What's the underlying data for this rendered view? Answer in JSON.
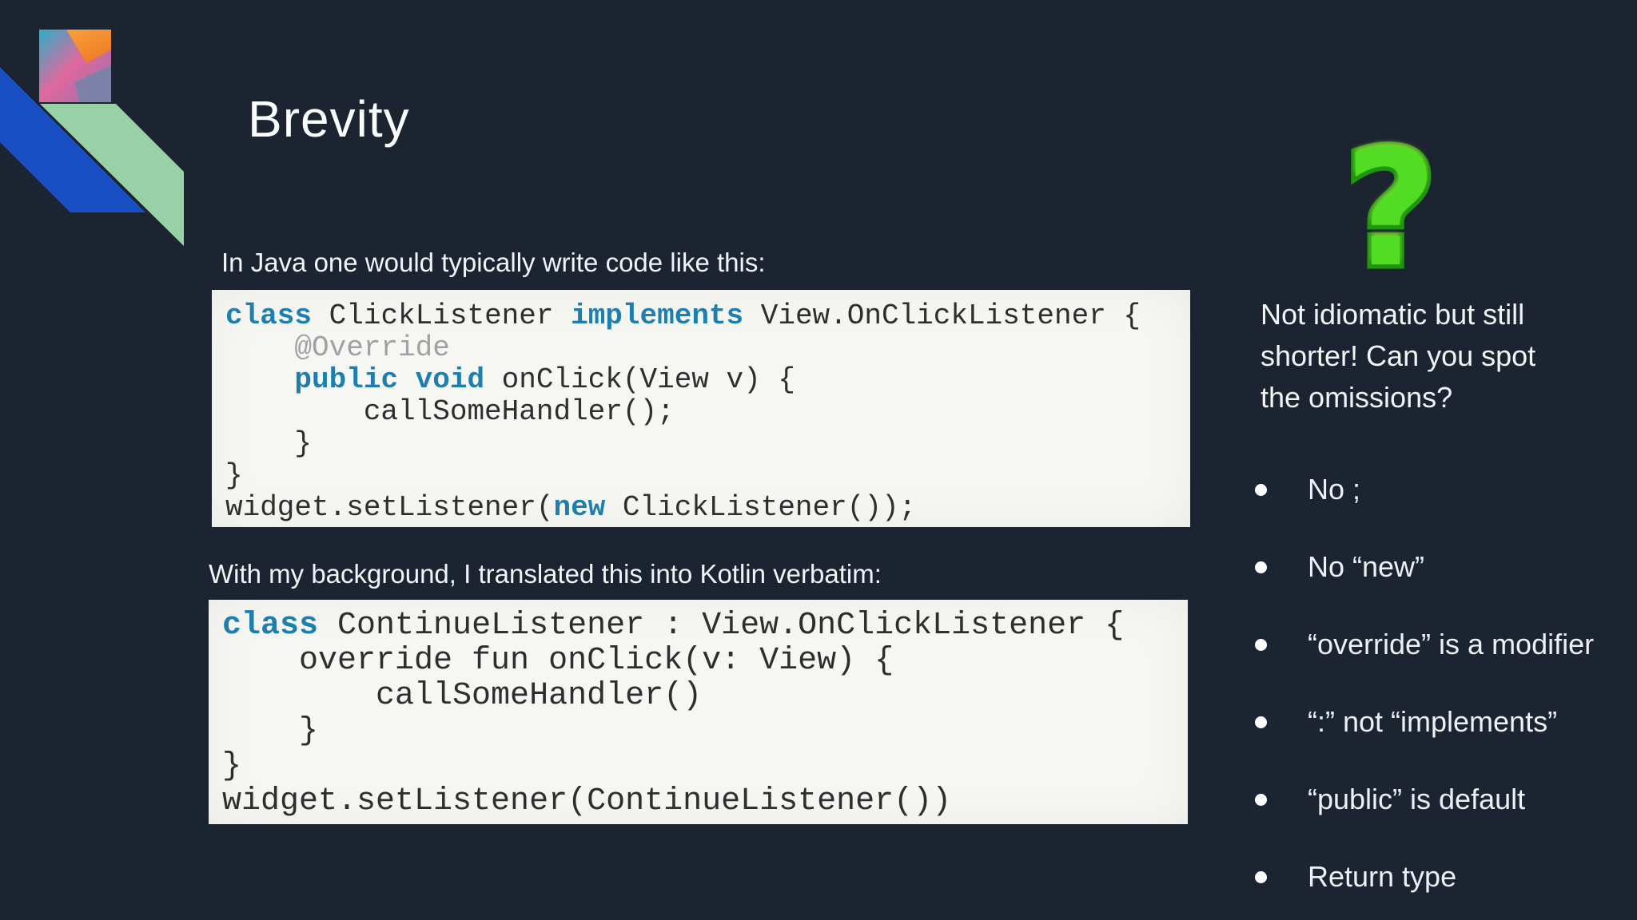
{
  "slide": {
    "title": "Brevity"
  },
  "colors": {
    "background": "#1d2431",
    "code_block_bg": "#f6f6f2",
    "code_keyword": "#1e7fae",
    "code_annotation": "#9fa2a4",
    "code_plain": "#2c2e30",
    "question_mark_green": "#52dd25",
    "question_mark_outline": "#1f9510",
    "logo_blue_ribbon": "#1850c4",
    "logo_green_ribbon": "#97d1a5",
    "logo_k_teal": "#2bb0c8",
    "logo_k_pink": "#e0679e",
    "logo_k_orange": "#f5882f",
    "logo_k_purple": "#8d77ad"
  },
  "intro_java": "In Java one would typically write code like this:",
  "intro_kotlin": "With my background, I translated this into Kotlin verbatim:",
  "code_blocks": [
    {
      "language": "java",
      "lines": [
        [
          {
            "t": "class",
            "s": "kw"
          },
          {
            "t": " ClickListener ",
            "s": "p"
          },
          {
            "t": "implements",
            "s": "kw"
          },
          {
            "t": " View.OnClickListener {",
            "s": "p"
          }
        ],
        [
          {
            "t": "    @Override",
            "s": "ann"
          }
        ],
        [
          {
            "t": "    ",
            "s": "p"
          },
          {
            "t": "public void",
            "s": "kw"
          },
          {
            "t": " onClick(View v) {",
            "s": "p"
          }
        ],
        [
          {
            "t": "        callSomeHandler();",
            "s": "p"
          }
        ],
        [
          {
            "t": "    }",
            "s": "p"
          }
        ],
        [
          {
            "t": "}",
            "s": "p"
          }
        ],
        [
          {
            "t": "widget.setListener(",
            "s": "p"
          },
          {
            "t": "new",
            "s": "kw"
          },
          {
            "t": " ClickListener());",
            "s": "p"
          }
        ]
      ]
    },
    {
      "language": "kotlin",
      "lines": [
        [
          {
            "t": "class",
            "s": "kw"
          },
          {
            "t": " ContinueListener : View.OnClickListener {",
            "s": "p"
          }
        ],
        [
          {
            "t": "    override fun onClick(v: View) {",
            "s": "p"
          }
        ],
        [
          {
            "t": "        callSomeHandler()",
            "s": "p"
          }
        ],
        [
          {
            "t": "    }",
            "s": "p"
          }
        ],
        [
          {
            "t": "}",
            "s": "p"
          }
        ],
        [
          {
            "t": "widget.setListener(ContinueListener())",
            "s": "p"
          }
        ]
      ]
    }
  ],
  "right_panel": {
    "question_mark": "?",
    "note": "Not idiomatic but still shorter! Can you spot the omissions?",
    "bullets": [
      "No ;",
      "No “new”",
      "“override” is a modifier",
      "“:” not “implements”",
      "“public” is default",
      "Return type"
    ]
  }
}
